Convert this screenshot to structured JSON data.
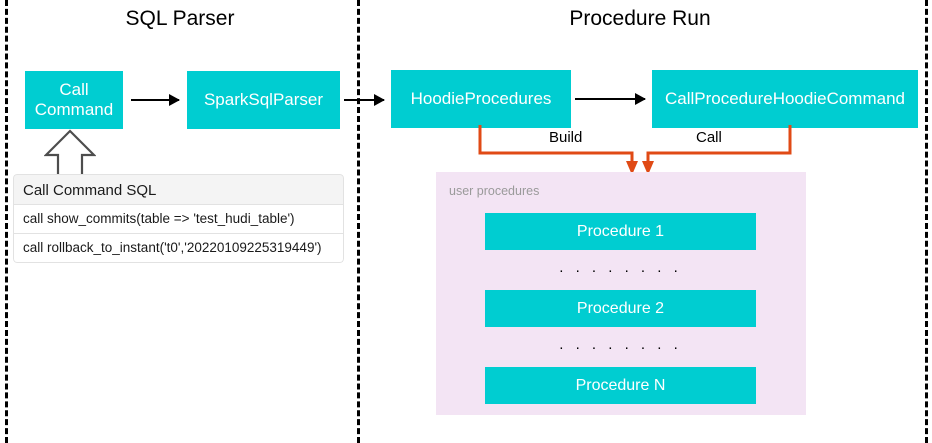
{
  "diagram": {
    "sections": [
      {
        "id": "sql-parser",
        "title": "SQL Parser"
      },
      {
        "id": "procedure-run",
        "title": "Procedure Run"
      }
    ],
    "nodes": {
      "call_command": "Call\nCommand",
      "call_command_line1": "Call",
      "call_command_line2": "Command",
      "spark_sql_parser": "SparkSqlParser",
      "hoodie_procedures": "HoodieProcedures",
      "call_procedure_hoodie_command": "CallProcedureHoodieCommand"
    },
    "edge_labels": {
      "build": "Build",
      "call": "Call"
    },
    "sql_table": {
      "header": "Call Command SQL",
      "rows": [
        "call show_commits(table => 'test_hudi_table')",
        "call rollback_to_instant('t0','20220109225319449')"
      ]
    },
    "user_procedures": {
      "label": "user procedures",
      "items": [
        {
          "label": "Procedure 1"
        },
        {
          "label": "Procedure 2"
        },
        {
          "label": "Procedure N"
        }
      ],
      "ellipsis": ". . . . . . . ."
    },
    "colors": {
      "node_fill": "#00cdd1",
      "node_text": "#ffffff",
      "panel_fill": "#f3e4f4",
      "connector": "#e04a15",
      "arrow": "#000000",
      "divider": "#000000",
      "sql_header_fill": "#f4f4f4"
    }
  }
}
